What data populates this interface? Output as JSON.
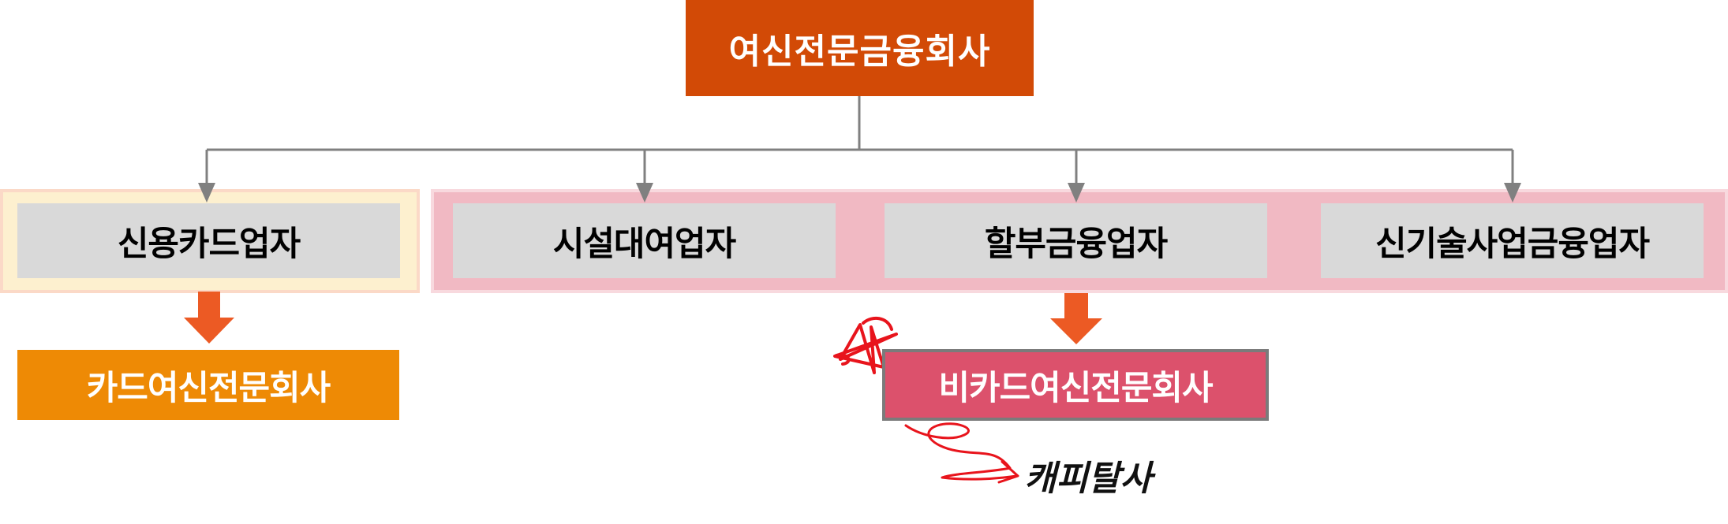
{
  "root": {
    "label": "여신전문금융회사"
  },
  "categories": [
    {
      "label": "신용카드업자"
    },
    {
      "label": "시설대여업자"
    },
    {
      "label": "할부금융업자"
    },
    {
      "label": "신기술사업금융업자"
    }
  ],
  "results": {
    "card": "카드여신전문회사",
    "noncard": "비카드여신전문회사"
  },
  "annotation": {
    "label": "캐피탈사"
  },
  "colors": {
    "root": "#d24a06",
    "card_group_bg": "#fdf0cf",
    "other_group_bg": "#f1b9c3",
    "category_bg": "#d9d9d9",
    "card_result": "#ee8a05",
    "noncard_result": "#dc516c",
    "down_arrow": "#ec5a24",
    "connector": "#808080",
    "handwriting": "#e8141c"
  }
}
